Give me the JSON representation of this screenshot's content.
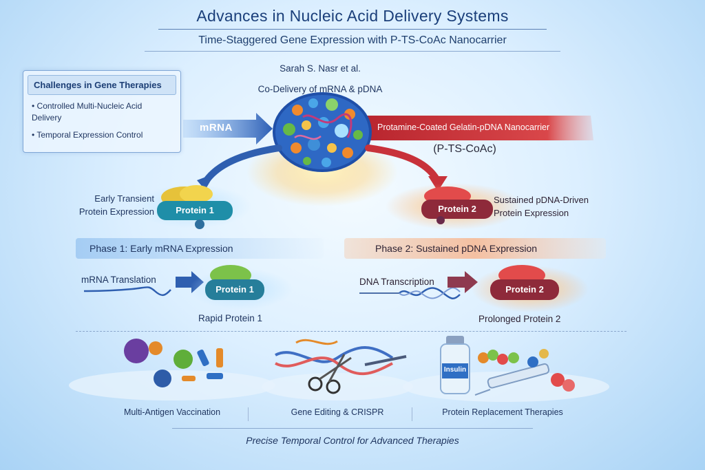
{
  "header": {
    "title": "Advances in Nucleic Acid Delivery Systems",
    "subtitle": "Time-Staggered Gene Expression with P-TS-CoAc Nanocarrier",
    "authors": "Sarah S. Nasr et al.",
    "codelivery": "Co-Delivery of mRNA & pDNA"
  },
  "challenges": {
    "heading": "Challenges in Gene Therapies",
    "items": [
      "• Controlled Multi-Nucleic Acid Delivery",
      "• Temporal Expression Control"
    ]
  },
  "delivery": {
    "mrna_label": "mRNA",
    "carrier_label": "Protamine-Coated Gelatin-pDNA Nanocarrier",
    "carrier_abbr": "(P-TS-CoAc)"
  },
  "outcomes": {
    "early_line1": "Early Transient",
    "early_line2": "Protein Expression",
    "protein1": "Protein 1",
    "sustained_line1": "Sustained pDNA-Driven",
    "sustained_line2": "Protein Expression",
    "protein2": "Protein 2"
  },
  "phases": {
    "phase1": {
      "title": "Phase 1: Early mRNA Expression",
      "process": "mRNA Translation",
      "product": "Protein 1",
      "caption": "Rapid Protein 1"
    },
    "phase2": {
      "title": "Phase 2: Sustained pDNA Expression",
      "process": "DNA Transcription",
      "product": "Protein 2",
      "caption": "Prolonged Protein 2"
    }
  },
  "applications": {
    "vaccination": "Multi-Antigen Vaccination",
    "editing": "Gene Editing & CRISPR",
    "replacement": "Protein Replacement Therapies",
    "vial_label": "Insulin"
  },
  "footer": "Precise Temporal Control for Advanced Therapies",
  "colors": {
    "title_blue": "#1b3f7a",
    "mrna_arrow": "#2f5fb0",
    "carrier_red": "#c8323a",
    "protein1_green": "#3d8f3a",
    "protein2_red": "#b3242e"
  }
}
